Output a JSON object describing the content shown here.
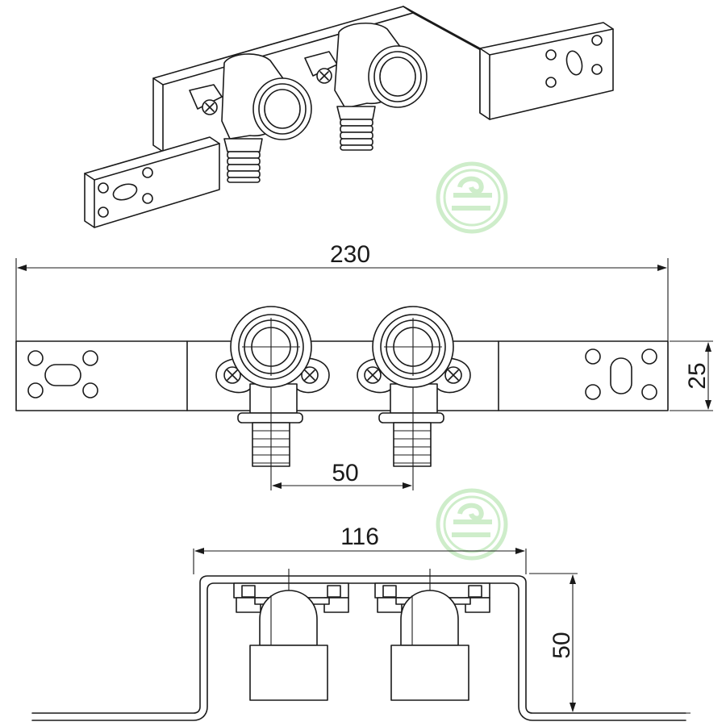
{
  "dimensions": {
    "overall_length": "230",
    "plate_height": "25",
    "outlet_spacing": "50",
    "bracket_width": "116",
    "bracket_depth": "50"
  },
  "colors": {
    "line": "#1a1a1a",
    "watermark": "#c9ebc4",
    "background": "#ffffff"
  },
  "icons": [
    "watermark-logo-icon"
  ]
}
